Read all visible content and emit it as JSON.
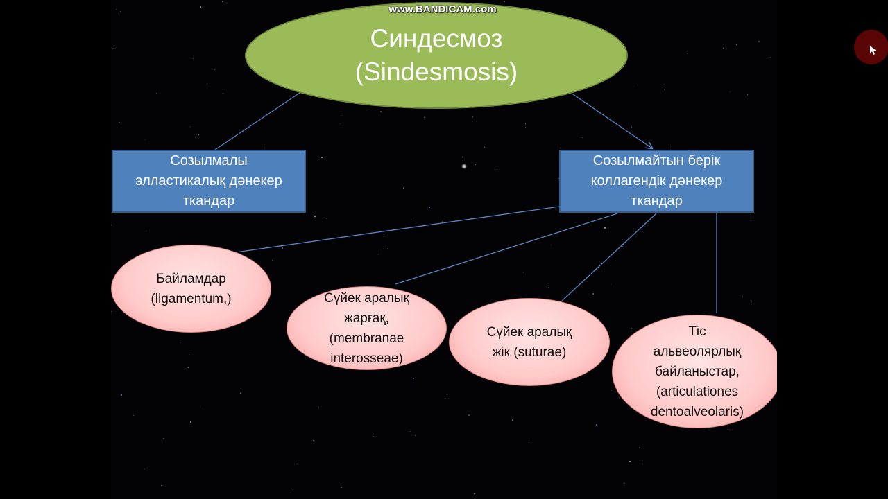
{
  "watermark": "www.BANDICAM.com",
  "root": {
    "line1": "Синдесмоз",
    "line2": "(Sindesmosis)"
  },
  "categories": [
    {
      "lines": [
        "Созылмалы",
        "элластикалық дәнекер",
        "ткандар"
      ]
    },
    {
      "lines": [
        "Созылмайтын берік",
        "коллагендік дәнекер",
        "ткандар"
      ]
    }
  ],
  "subtypes": [
    {
      "lines": [
        "Байламдар",
        "(ligamentum,)"
      ]
    },
    {
      "lines": [
        "Сүйек аралық",
        "жарғақ,",
        "(membranae",
        "interosseae)"
      ]
    },
    {
      "lines": [
        "Сүйек аралық",
        "жік (suturae)"
      ]
    },
    {
      "lines": [
        "Тіс",
        "альвеолярлық",
        "байланыстар,",
        "(articulationes",
        "dentoalveolaris)"
      ]
    }
  ],
  "colors": {
    "root": "#9bbb59",
    "category": "#4f81bd",
    "subtype": "#ffc9c9",
    "connector": "#4f81bd",
    "background": "#000000"
  },
  "icons": {
    "cursor": "mouse-pointer-icon"
  }
}
